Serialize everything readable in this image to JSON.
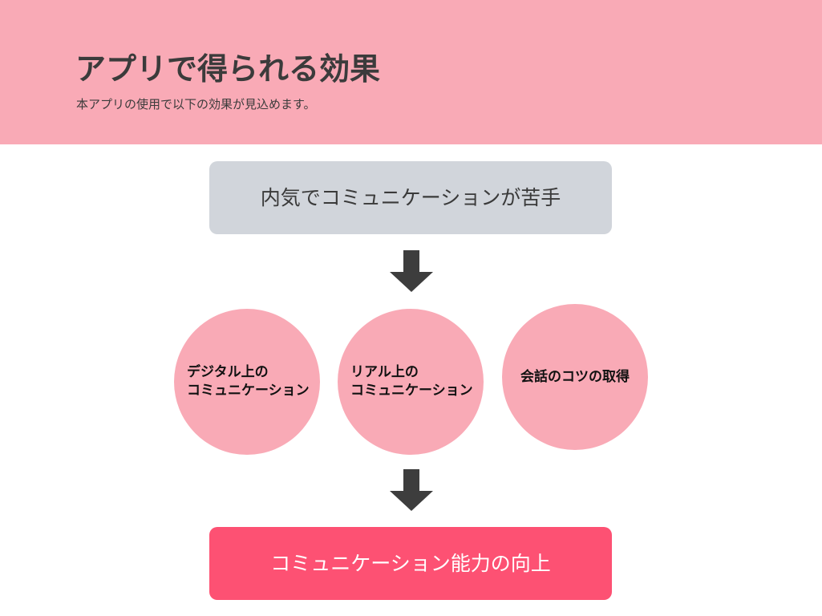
{
  "header": {
    "title": "アプリで得られる効果",
    "subtitle": "本アプリの使用で以下の効果が見込めます。"
  },
  "flow": {
    "problem": "内気でコミュニケーションが苦手",
    "effects": [
      {
        "line1": "デジタル上の",
        "line2": "コミュニケーション"
      },
      {
        "line1": "リアル上の",
        "line2": "コミュニケーション"
      },
      {
        "line1": "会話のコツの取得"
      }
    ],
    "result": "コミュニケーション能力の向上"
  },
  "colors": {
    "header_bg": "#f9aab6",
    "circle_bg": "#f9aab6",
    "problem_bg": "#d1d5db",
    "result_bg": "#fd5173",
    "arrow": "#3d3d3d"
  }
}
